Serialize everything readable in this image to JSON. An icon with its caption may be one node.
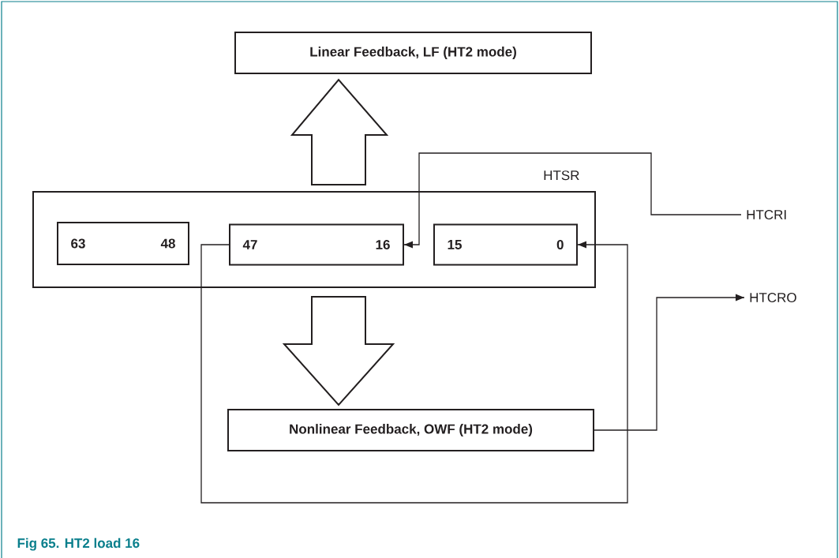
{
  "diagram": {
    "caption": "Fig 65.   HT2 load 16",
    "nodes": [
      {
        "text": [
          "Linear Feedback, LF (HT2 mode)"
        ]
      },
      {
        "text": [
          "HTSR"
        ]
      },
      {
        "text": [
          "63",
          "48"
        ],
        "in": 1
      },
      {
        "text": [
          "47",
          "16"
        ],
        "in": 1
      },
      {
        "text": [
          "15",
          "0"
        ],
        "in": 1
      },
      {
        "text": [
          "Nonlinear Feedback, OWF (HT2 mode)"
        ]
      },
      {
        "text": [
          "HTCRI"
        ]
      },
      {
        "text": [
          "HTCRO"
        ]
      }
    ],
    "edges": [
      {
        "from": 1,
        "to": 0,
        "arrow": "to",
        "style": "thick"
      },
      {
        "from": 1,
        "to": 5,
        "arrow": "to",
        "style": "thick"
      },
      {
        "from": 6,
        "to": 3,
        "arrow": "to"
      },
      {
        "from": 3,
        "to": 4,
        "arrow": "to"
      },
      {
        "from": 5,
        "to": 7,
        "arrow": "to"
      }
    ]
  }
}
